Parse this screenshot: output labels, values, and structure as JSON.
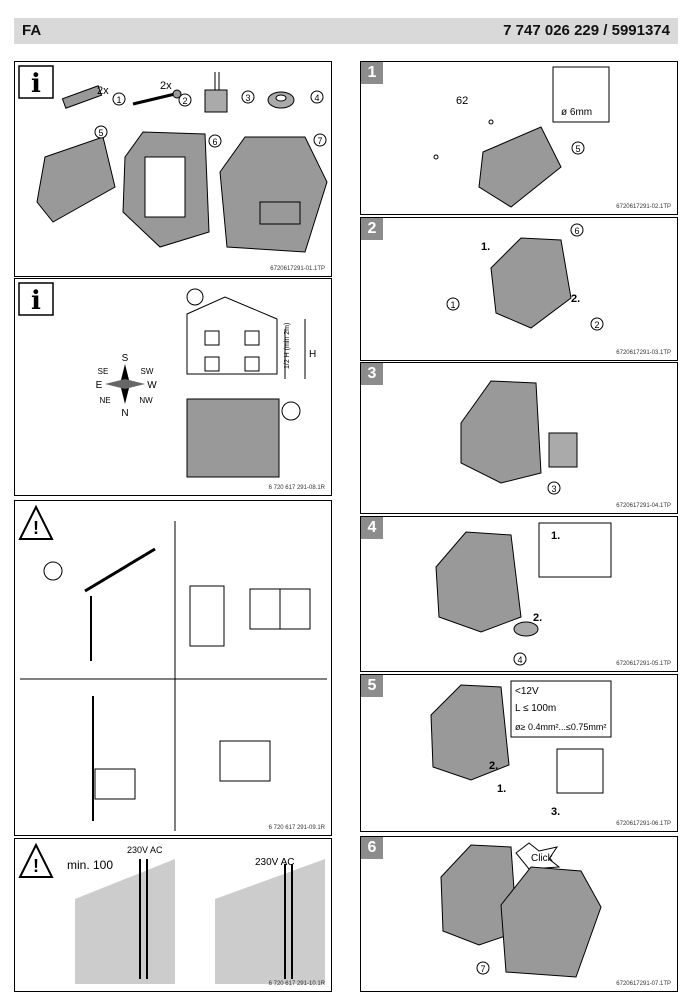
{
  "header": {
    "language": "FA",
    "doc_number": "7 747 026 229 / 5991374"
  },
  "left": {
    "p1": {
      "qty_a": "2x",
      "qty_b": "2x",
      "parts": [
        "1",
        "2",
        "3",
        "4",
        "5",
        "6",
        "7"
      ],
      "ref": "6720617291-01.1TP"
    },
    "p2": {
      "compass": [
        "S",
        "SE",
        "SW",
        "E",
        "W",
        "NE",
        "NW",
        "N"
      ],
      "height_half": "1/2 H (min 2m)",
      "height": "H",
      "ref": "6 720 617 291-08.1R"
    },
    "p3": {
      "ref": "6 720 617 291-09.1R"
    },
    "p4": {
      "min_dist": "min. 100",
      "voltage_a": "230V AC",
      "voltage_b": "230V AC",
      "ref": "6 720 617 291-10.1R"
    }
  },
  "right": {
    "s1": {
      "num": "1",
      "dim": "62",
      "drill": "ø 6mm",
      "part": "5",
      "ref": "6720617291-02.1TP"
    },
    "s2": {
      "num": "2",
      "arrow1": "1.",
      "arrow2": "2.",
      "parts": [
        "6",
        "1",
        "2"
      ],
      "ref": "6720617291-03.1TP"
    },
    "s3": {
      "num": "3",
      "part": "3",
      "ref": "6720617291-04.1TP"
    },
    "s4": {
      "num": "4",
      "step1": "1.",
      "step2": "2.",
      "part": "4",
      "ref": "6720617291-05.1TP"
    },
    "s5": {
      "num": "5",
      "spec_v": "<12V",
      "spec_l": "L ≤ 100m",
      "spec_d": "ø≥ 0.4mm²...≤0.75mm²",
      "step1": "1.",
      "step2": "2.",
      "step3": "3.",
      "ref": "6720617291-06.1TP"
    },
    "s6": {
      "num": "6",
      "click": "Click",
      "part": "7",
      "ref": "6720617291-07.1TP"
    }
  }
}
